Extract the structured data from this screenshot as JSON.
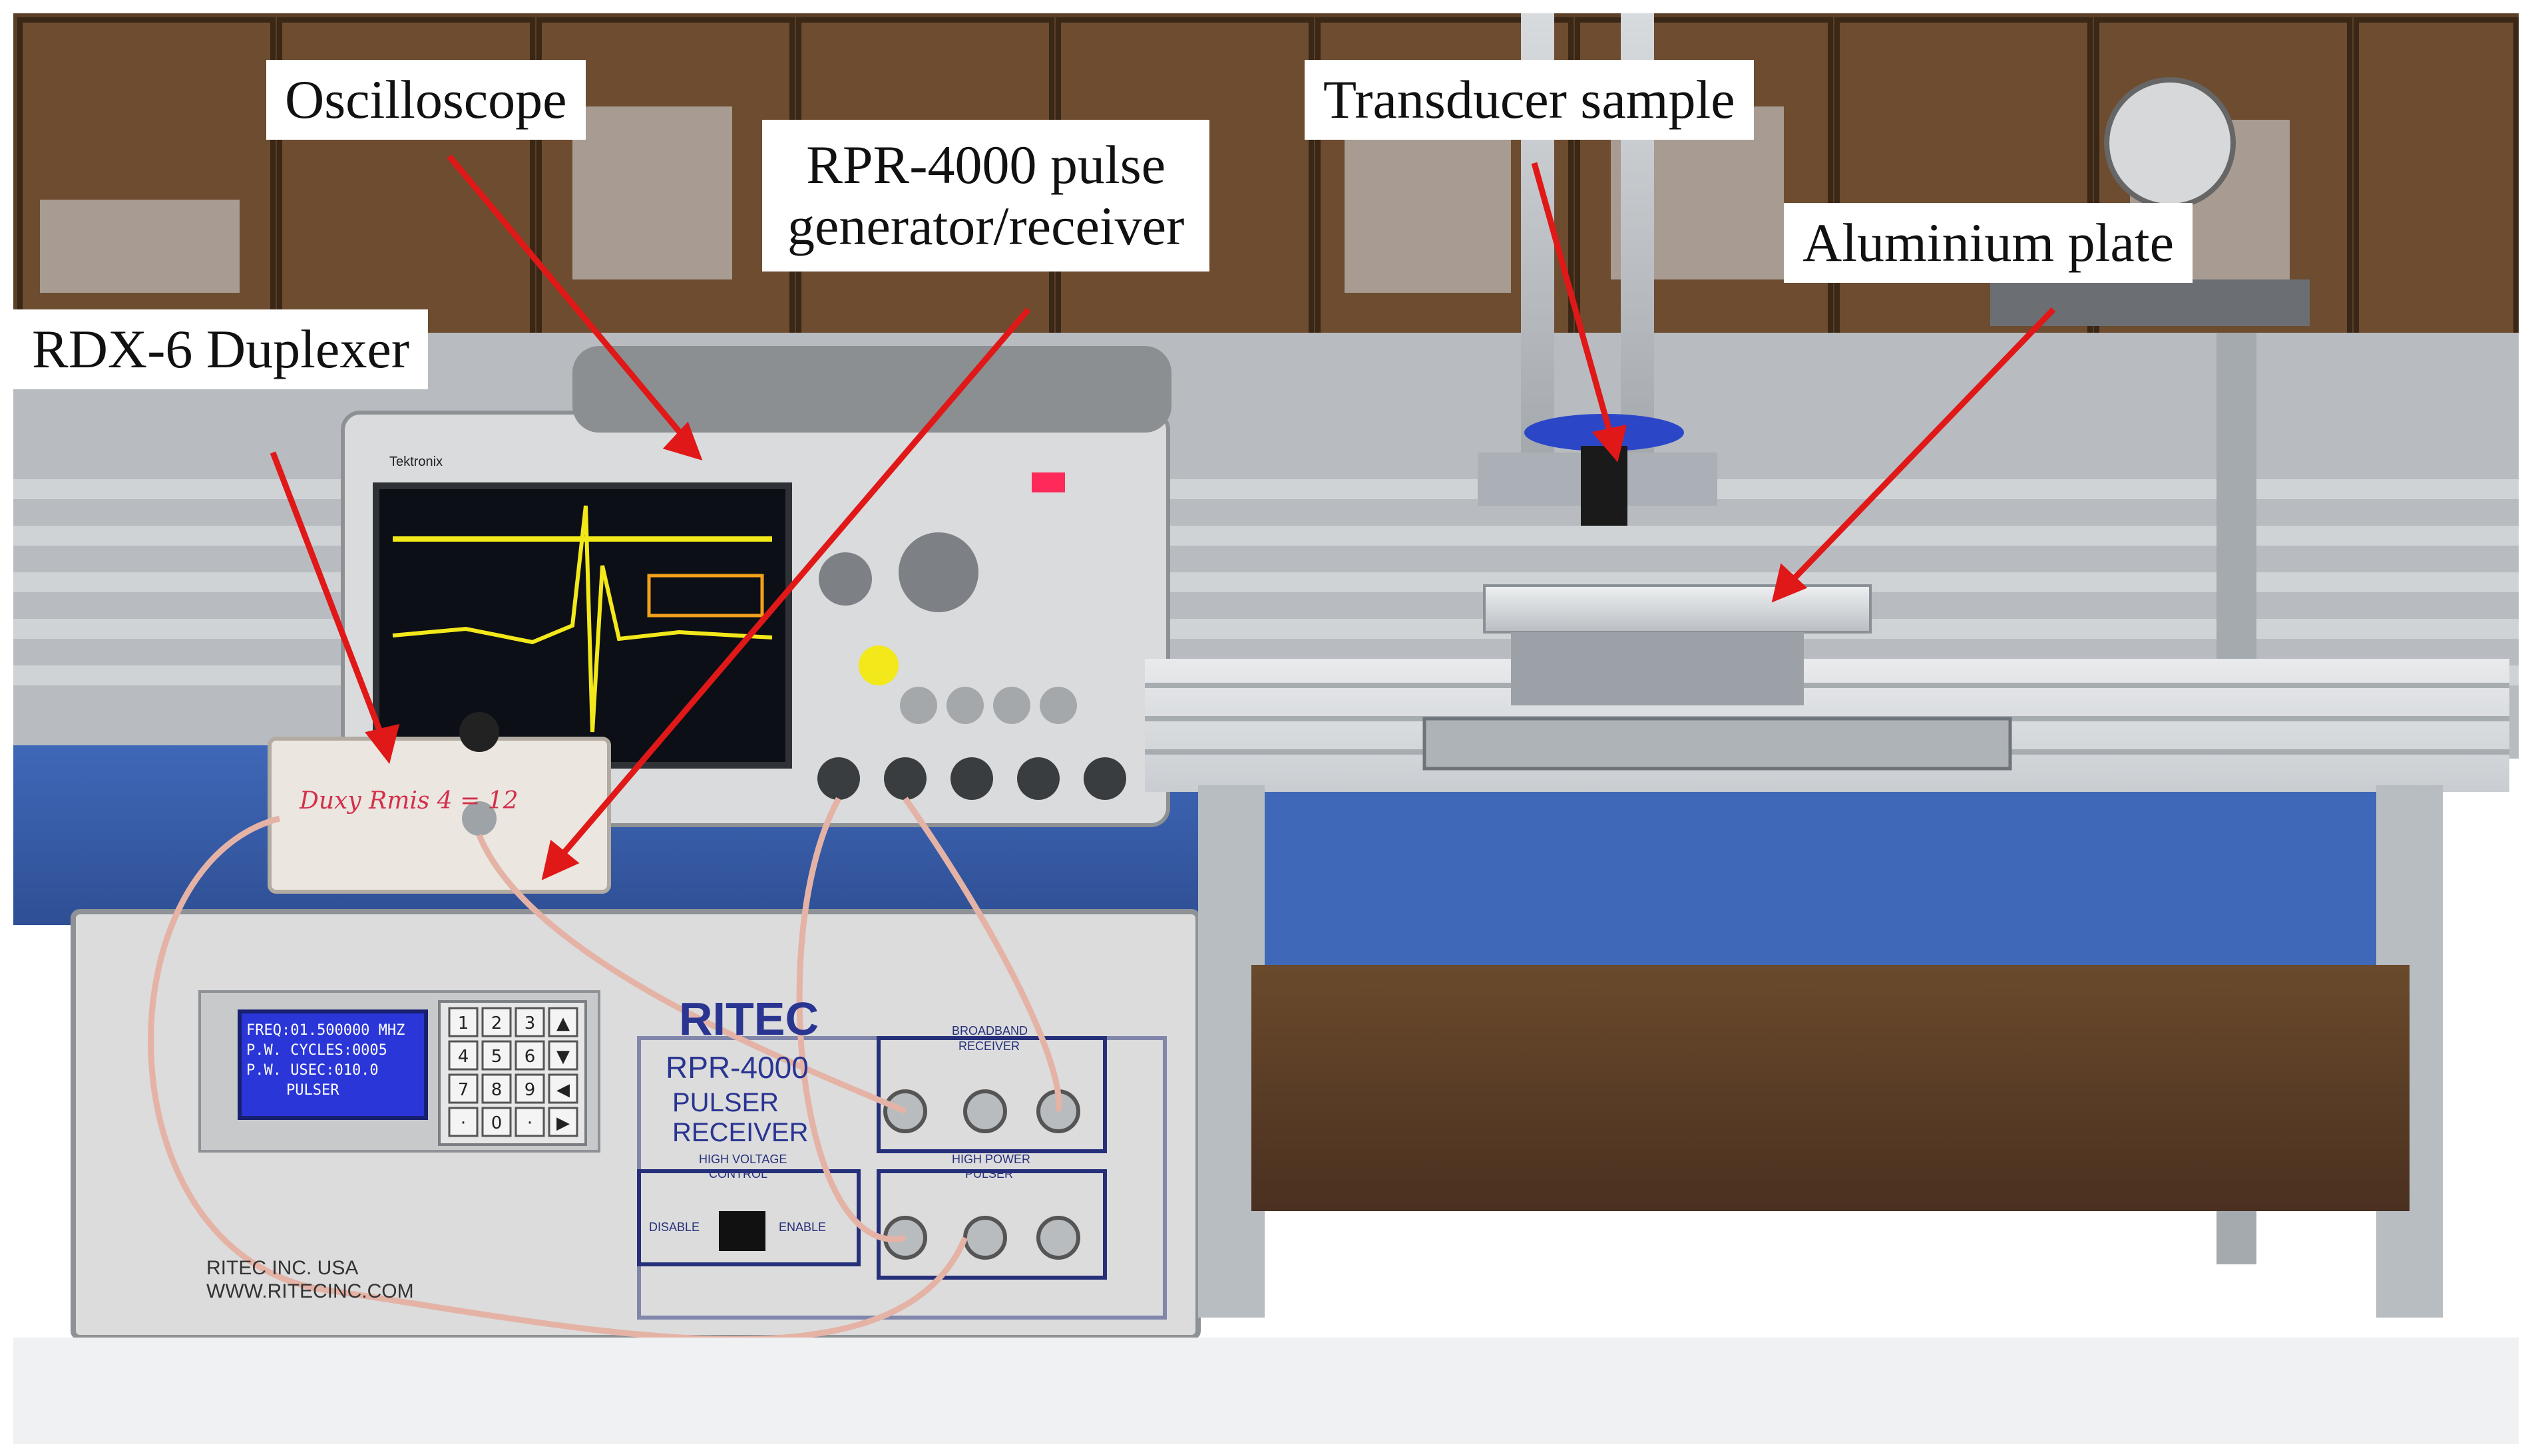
{
  "labels": {
    "oscilloscope": "Oscilloscope",
    "pulse_generator_line1": "RPR-4000 pulse",
    "pulse_generator_line2": "generator/receiver",
    "transducer": "Transducer sample",
    "duplexer": "RDX-6 Duplexer",
    "aluminium_plate": "Aluminium plate"
  },
  "equipment_text": {
    "brand_logo": "RITEC",
    "model": "RPR-4000",
    "pulser_line": "PULSER",
    "receiver_line": "RECEIVER",
    "footer_company": "RITEC INC.  USA",
    "footer_web": "WWW.RITECINC.COM",
    "lcd_line1": "FREQ:01.500000 MHZ",
    "lcd_line2": "P.W. CYCLES:0005",
    "lcd_line3": "P.W. USEC:010.0",
    "lcd_line4": "PULSER",
    "keypad_keys": [
      "1",
      "2",
      "3",
      "▲",
      "4",
      "5",
      "6",
      "▼",
      "7",
      "8",
      "9",
      "◀",
      "·",
      "0",
      "·",
      "▶"
    ],
    "high_voltage_heading": "HIGH VOLTAGE",
    "high_voltage_heading2": "CONTROL",
    "disable_label": "DISABLE",
    "enable_label": "ENABLE",
    "broadband_heading": "BROADBAND",
    "broadband_heading2": "RECEIVER",
    "high_power_heading": "HIGH POWER",
    "high_power_heading2": "PULSER",
    "duplexer_handwriting": "Duxy Rmis 4 = 12",
    "scope_brand": "Tektronix"
  },
  "colors": {
    "arrow": "#e01818",
    "label_bg": "#ffffff",
    "lcd_bg": "#2a36d8",
    "scope_trace": "#f2e81a",
    "rack_front": "#dcdcdc",
    "cabinet_wood": "#5a3e24"
  }
}
